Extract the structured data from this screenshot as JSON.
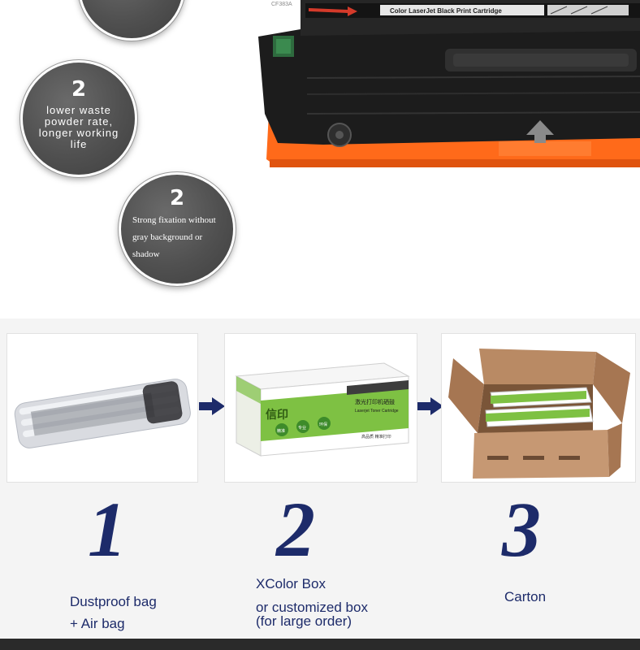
{
  "features": [
    {
      "num": "",
      "text": ""
    },
    {
      "num": "2",
      "text": "lower waste powder rate, longer working life"
    },
    {
      "num": "2",
      "text": "Strong fixation without gray background or shadow"
    }
  ],
  "product": {
    "label": "Color LaserJet Black Print Cartridge",
    "code": "CF383A"
  },
  "steps": [
    {
      "number": "1",
      "caption_line1": "Dustproof bag",
      "caption_line2": "+ Air bag"
    },
    {
      "number": "2",
      "caption_line1": "XColor Box",
      "caption_line2": "or customized box",
      "caption_line3": "(for large order)"
    },
    {
      "number": "3",
      "caption_line1": "Carton"
    }
  ],
  "box": {
    "brand": "信印",
    "title_cn": "激光打印机硒鼓",
    "title_en": "Laserjet Toner Cartridge",
    "badges": [
      "精准",
      "专业",
      "环保"
    ],
    "footer_cn": "高品质 精准打印"
  },
  "colors": {
    "navy": "#1d2b6a",
    "orange": "#ff6a1a",
    "green": "#7ec143",
    "box_brown": "#b98a64"
  }
}
